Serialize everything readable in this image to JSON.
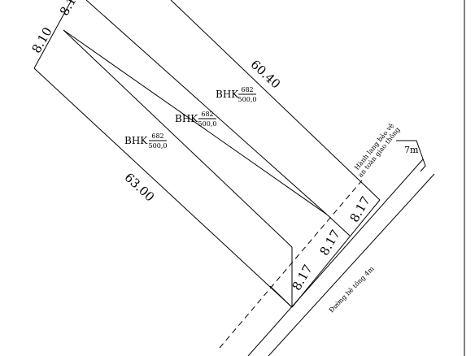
{
  "plot": {
    "dims": {
      "front_1": "8.17",
      "front_2": "8.17",
      "front_3": "8.17",
      "side_left": "63.00",
      "side_right": "60.40",
      "rear_1": "8.10",
      "rear_2": "8.1"
    },
    "parcels": [
      {
        "code": "BHK",
        "num": "682",
        "den": "500,0"
      },
      {
        "code": "BHK",
        "num": "682",
        "den": "500,0"
      },
      {
        "code": "BHK",
        "num": "682",
        "den": "500,0"
      }
    ],
    "corridor": {
      "line1": "Hành lang bảo vệ",
      "line2": "an toàn giao thông",
      "width": "7m"
    },
    "road_label": "Đường bê tông 4m"
  },
  "colors": {
    "ink": "#000000",
    "background": "#ffffff"
  }
}
